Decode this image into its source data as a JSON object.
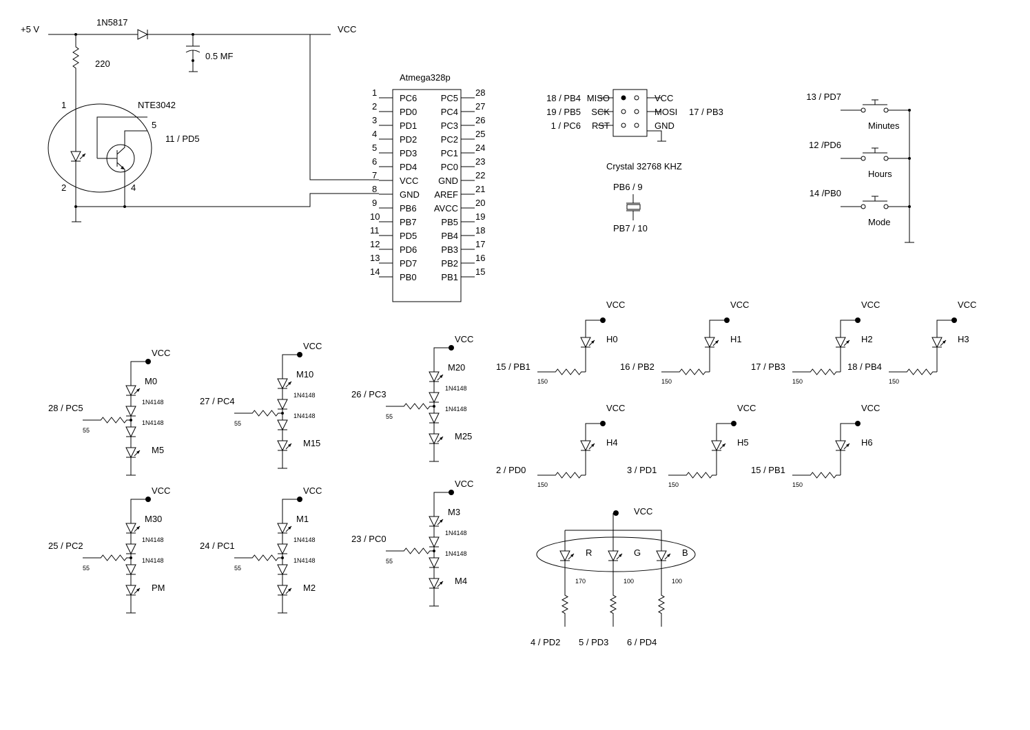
{
  "supply": {
    "plus5v": "+5 V",
    "diode": "1N5817",
    "cap": "0.5 MF",
    "vcc": "VCC",
    "r220": "220"
  },
  "opto": {
    "part": "NTE3042",
    "pin1": "1",
    "pin2": "2",
    "pin4": "4",
    "pin5": "5",
    "net": "11 / PD5"
  },
  "mcu": {
    "name": "Atmega328p",
    "left_pins": [
      {
        "num": "1",
        "name": "PC6"
      },
      {
        "num": "2",
        "name": "PD0"
      },
      {
        "num": "3",
        "name": "PD1"
      },
      {
        "num": "4",
        "name": "PD2"
      },
      {
        "num": "5",
        "name": "PD3"
      },
      {
        "num": "6",
        "name": "PD4"
      },
      {
        "num": "7",
        "name": "VCC"
      },
      {
        "num": "8",
        "name": "GND"
      },
      {
        "num": "9",
        "name": "PB6"
      },
      {
        "num": "10",
        "name": "PB7"
      },
      {
        "num": "11",
        "name": "PD5"
      },
      {
        "num": "12",
        "name": "PD6"
      },
      {
        "num": "13",
        "name": "PD7"
      },
      {
        "num": "14",
        "name": "PB0"
      }
    ],
    "right_pins": [
      {
        "num": "28",
        "name": "PC5"
      },
      {
        "num": "27",
        "name": "PC4"
      },
      {
        "num": "26",
        "name": "PC3"
      },
      {
        "num": "25",
        "name": "PC2"
      },
      {
        "num": "24",
        "name": "PC1"
      },
      {
        "num": "23",
        "name": "PC0"
      },
      {
        "num": "22",
        "name": "GND"
      },
      {
        "num": "21",
        "name": "AREF"
      },
      {
        "num": "20",
        "name": "AVCC"
      },
      {
        "num": "19",
        "name": "PB5"
      },
      {
        "num": "18",
        "name": "PB4"
      },
      {
        "num": "17",
        "name": "PB3"
      },
      {
        "num": "16",
        "name": "PB2"
      },
      {
        "num": "15",
        "name": "PB1"
      }
    ]
  },
  "isp": {
    "left": [
      {
        "net": "18 / PB4",
        "sig": "MISO"
      },
      {
        "net": "19 / PB5",
        "sig": "SCK"
      },
      {
        "net": "1 / PC6",
        "sig": "RST"
      }
    ],
    "right": [
      {
        "sig": "VCC",
        "net": ""
      },
      {
        "sig": "MOSI",
        "net": "17 / PB3"
      },
      {
        "sig": "GND",
        "net": ""
      }
    ]
  },
  "crystal": {
    "label": "Crystal 32768 KHZ",
    "top": "PB6 / 9",
    "bottom": "PB7 / 10"
  },
  "buttons": [
    {
      "net": "13 / PD7",
      "label": "Minutes"
    },
    {
      "net": "12 /PD6",
      "label": "Hours"
    },
    {
      "net": "14 /PB0",
      "label": "Mode"
    }
  ],
  "minute_groups": [
    {
      "net": "28 / PC5",
      "top": "M0",
      "bottom": "M5",
      "diode": "1N4148",
      "res": "55",
      "vcc": "VCC"
    },
    {
      "net": "27 / PC4",
      "top": "M10",
      "bottom": "M15",
      "diode": "1N4148",
      "res": "55",
      "vcc": "VCC"
    },
    {
      "net": "26 / PC3",
      "top": "M20",
      "bottom": "M25",
      "diode": "1N4148",
      "res": "55",
      "vcc": "VCC"
    },
    {
      "net": "25 / PC2",
      "top": "M30",
      "bottom": "PM",
      "diode": "1N4148",
      "res": "55",
      "vcc": "VCC"
    },
    {
      "net": "24 / PC1",
      "top": "M1",
      "bottom": "M2",
      "diode": "1N4148",
      "res": "55",
      "vcc": "VCC"
    },
    {
      "net": "23 / PC0",
      "top": "M3",
      "bottom": "M4",
      "diode": "1N4148",
      "res": "55",
      "vcc": "VCC"
    }
  ],
  "hour_leds": [
    {
      "net": "15 / PB1",
      "label": "H0",
      "res": "150",
      "vcc": "VCC"
    },
    {
      "net": "16 / PB2",
      "label": "H1",
      "res": "150",
      "vcc": "VCC"
    },
    {
      "net": "17 / PB3",
      "label": "H2",
      "res": "150",
      "vcc": "VCC"
    },
    {
      "net": "18 / PB4",
      "label": "H3",
      "res": "150",
      "vcc": "VCC"
    },
    {
      "net": "2 / PD0",
      "label": "H4",
      "res": "150",
      "vcc": "VCC"
    },
    {
      "net": "3 / PD1",
      "label": "H5",
      "res": "150",
      "vcc": "VCC"
    },
    {
      "net": "15 / PB1",
      "label": "H6",
      "res": "150",
      "vcc": "VCC"
    }
  ],
  "rgb": {
    "vcc": "VCC",
    "channels": [
      {
        "label": "R",
        "res": "170",
        "net": "4 / PD2"
      },
      {
        "label": "G",
        "res": "100",
        "net": "5 / PD3"
      },
      {
        "label": "B",
        "res": "100",
        "net": "6 / PD4"
      }
    ]
  }
}
